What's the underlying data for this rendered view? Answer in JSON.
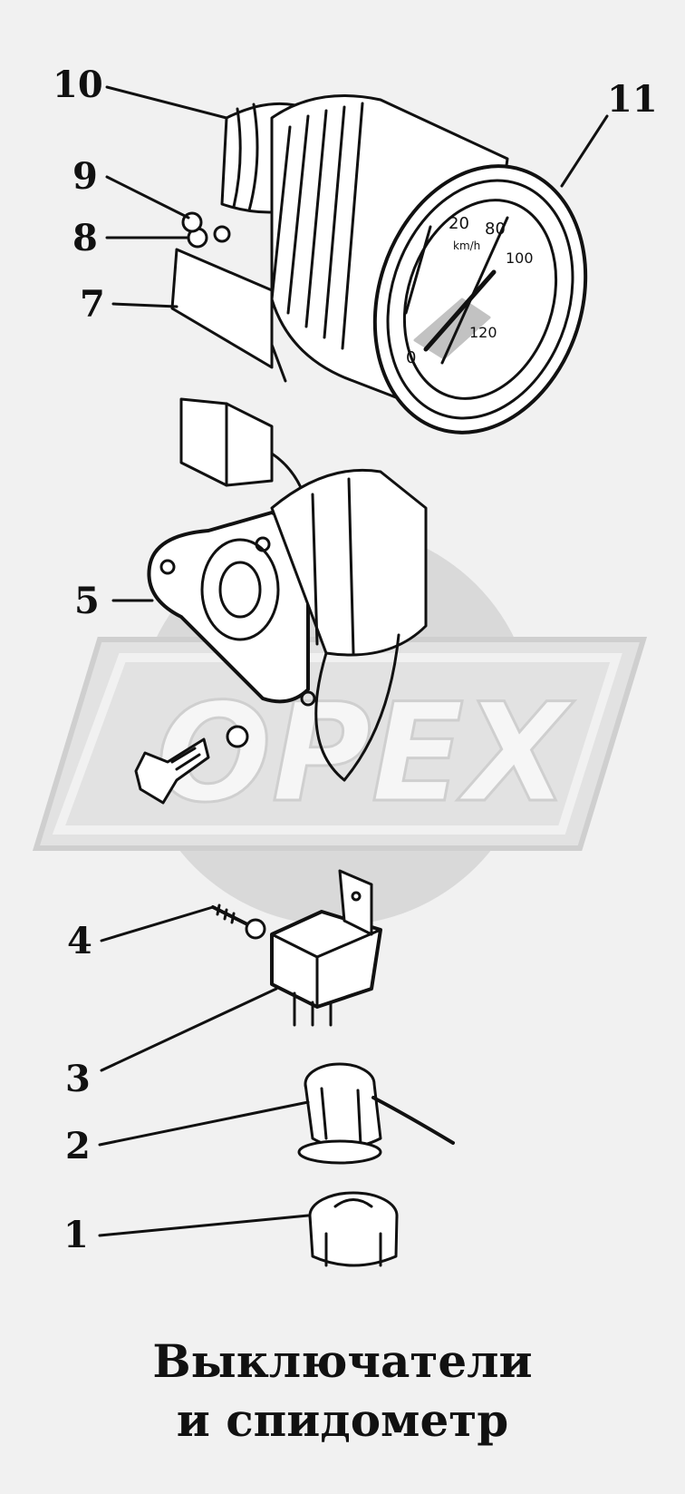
{
  "watermark": {
    "text": "OPEX",
    "color": "#d6d6d6"
  },
  "callouts": {
    "c1": "1",
    "c2": "2",
    "c3": "3",
    "c4": "4",
    "c5": "5",
    "c7": "7",
    "c8": "8",
    "c9": "9",
    "c10": "10",
    "c11": "11"
  },
  "dial": {
    "tick_labels": [
      "20",
      "80",
      "100",
      "120",
      "0"
    ],
    "unit": "km/h"
  },
  "caption": {
    "line1": "Выключатели",
    "line2": "и спидометр"
  },
  "colors": {
    "ink": "#111111",
    "paper": "#f1f1f1",
    "watermark": "#d6d6d6"
  }
}
